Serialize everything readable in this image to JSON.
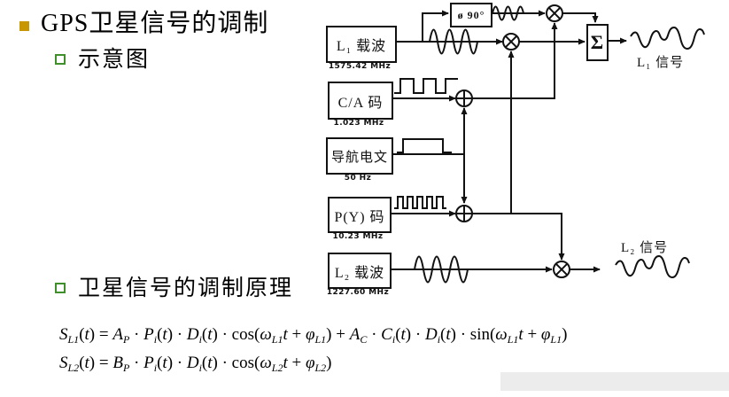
{
  "slide": {
    "title": "GPS卫星信号的调制",
    "bullet1": "示意图",
    "bullet2": "卫星信号的调制原理"
  },
  "colors": {
    "title_bullet": "#C79600",
    "sub_bullet": "#3F8F2A",
    "ink": "#111111"
  },
  "diagram": {
    "blocks": [
      {
        "label": "L₁ 载波",
        "freq": "1575.42 MHz"
      },
      {
        "label": "C/A 码",
        "freq": "1.023 MHz"
      },
      {
        "label": "导航电文",
        "freq": "50 Hz"
      },
      {
        "label": "P(Y) 码",
        "freq": "10.23 MHz"
      },
      {
        "label": "L₂ 载波",
        "freq": "1227.60 MHz"
      }
    ],
    "phase_shifter": "ø 90°",
    "summer": "Σ",
    "outputs": {
      "l1": "L₁ 信号",
      "l2": "L₂ 信号"
    }
  },
  "equations": [
    {
      "tokens": [
        {
          "t": "S",
          "k": "it"
        },
        {
          "t": "L1",
          "k": "sb"
        },
        {
          "t": "("
        },
        {
          "t": "t",
          "k": "it"
        },
        {
          "t": ") = "
        },
        {
          "t": "A",
          "k": "it"
        },
        {
          "t": "P",
          "k": "sb"
        },
        {
          "t": " · "
        },
        {
          "t": "P",
          "k": "it"
        },
        {
          "t": "i",
          "k": "sb"
        },
        {
          "t": "("
        },
        {
          "t": "t",
          "k": "it"
        },
        {
          "t": ") · "
        },
        {
          "t": "D",
          "k": "it"
        },
        {
          "t": "i",
          "k": "sb"
        },
        {
          "t": "("
        },
        {
          "t": "t",
          "k": "it"
        },
        {
          "t": ") · cos("
        },
        {
          "t": "ω",
          "k": "it"
        },
        {
          "t": "L1",
          "k": "sb"
        },
        {
          "t": "t",
          "k": "it"
        },
        {
          "t": " + "
        },
        {
          "t": "φ",
          "k": "it"
        },
        {
          "t": "L1",
          "k": "sb"
        },
        {
          "t": ") + "
        },
        {
          "t": "A",
          "k": "it"
        },
        {
          "t": "C",
          "k": "sb"
        },
        {
          "t": " · "
        },
        {
          "t": "C",
          "k": "it"
        },
        {
          "t": "i",
          "k": "sb"
        },
        {
          "t": "("
        },
        {
          "t": "t",
          "k": "it"
        },
        {
          "t": ") · "
        },
        {
          "t": "D",
          "k": "it"
        },
        {
          "t": "i",
          "k": "sb"
        },
        {
          "t": "("
        },
        {
          "t": "t",
          "k": "it"
        },
        {
          "t": ") · sin("
        },
        {
          "t": "ω",
          "k": "it"
        },
        {
          "t": "L1",
          "k": "sb"
        },
        {
          "t": "t",
          "k": "it"
        },
        {
          "t": " + "
        },
        {
          "t": "φ",
          "k": "it"
        },
        {
          "t": "L1",
          "k": "sb"
        },
        {
          "t": ")"
        }
      ]
    },
    {
      "tokens": [
        {
          "t": "S",
          "k": "it"
        },
        {
          "t": "L2",
          "k": "sb"
        },
        {
          "t": "("
        },
        {
          "t": "t",
          "k": "it"
        },
        {
          "t": ") = "
        },
        {
          "t": "B",
          "k": "it"
        },
        {
          "t": "P",
          "k": "sb"
        },
        {
          "t": " · "
        },
        {
          "t": "P",
          "k": "it"
        },
        {
          "t": "i",
          "k": "sb"
        },
        {
          "t": "("
        },
        {
          "t": "t",
          "k": "it"
        },
        {
          "t": ") · "
        },
        {
          "t": "D",
          "k": "it"
        },
        {
          "t": "i",
          "k": "sb"
        },
        {
          "t": "("
        },
        {
          "t": "t",
          "k": "it"
        },
        {
          "t": ") · cos("
        },
        {
          "t": "ω",
          "k": "it"
        },
        {
          "t": "L2",
          "k": "sb"
        },
        {
          "t": "t",
          "k": "it"
        },
        {
          "t": " + "
        },
        {
          "t": "φ",
          "k": "it"
        },
        {
          "t": "L2",
          "k": "sb"
        },
        {
          "t": ")"
        }
      ]
    }
  ]
}
